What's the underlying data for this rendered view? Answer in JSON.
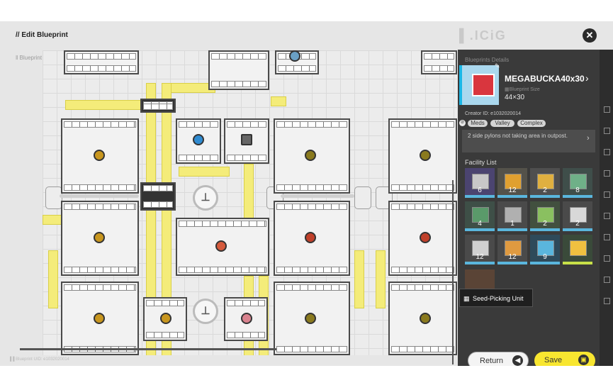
{
  "header": {
    "title": "// Edit Blueprint",
    "logo": "▌.ΙCiG"
  },
  "preview": {
    "label": "‖ Blueprint Preview",
    "status": "▐▐ Blueprint UID: e1032020014"
  },
  "details": {
    "label": "Blueprints Details",
    "name": "MEGABUCKA40x30",
    "size_label": "▦Blueprint Size",
    "size": "44×30",
    "creator": "Creator ID: e1032020014",
    "tags": [
      "Meds",
      "Valley",
      "Complex"
    ],
    "description": "2 side pylons not taking area in outpost."
  },
  "facility_list": {
    "label": "Facility List",
    "counts": [
      "6",
      "12",
      "2",
      "8",
      "4",
      "1",
      "2",
      "2",
      "12",
      "12",
      "9",
      ""
    ]
  },
  "tooltip": {
    "text": "Seed-Picking Unit"
  },
  "buttons": {
    "return_label": "Return",
    "save_label": "Save"
  },
  "colors": {
    "accent_yellow": "#f8e630",
    "belt": "#f4ec7a",
    "panel": "#3a3a3a",
    "tile_border": "#5ab6dd"
  },
  "icons": {
    "close": "close-icon",
    "return": "return-arrow-icon",
    "save": "save-icon",
    "edit": "edit-icon"
  }
}
